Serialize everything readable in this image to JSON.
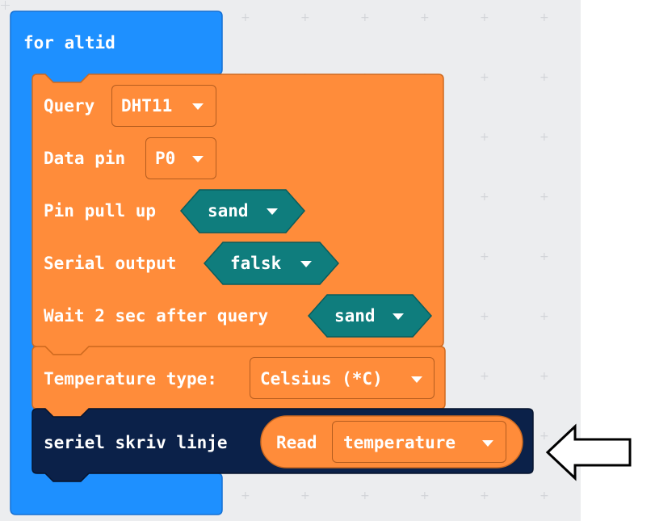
{
  "blocks": {
    "forever": {
      "label": "for altid",
      "color": "#1e90ff"
    },
    "dht": {
      "color": "#ff8c3a",
      "query_label": "Query",
      "query_value": "DHT11",
      "data_pin_label": "Data pin",
      "data_pin_value": "P0",
      "pull_up_label": "Pin pull up",
      "pull_up_value": "sand",
      "serial_output_label": "Serial output",
      "serial_output_value": "falsk",
      "wait_label": "Wait 2 sec after query",
      "wait_value": "sand",
      "boolean_color": "#0f7d7d"
    },
    "temperature_type": {
      "label": "Temperature type:",
      "value": "Celsius (*C)"
    },
    "serial_write": {
      "color": "#0b2149",
      "label": "seriel skriv linje",
      "read_label": "Read",
      "read_value": "temperature"
    }
  },
  "annotation": {
    "icon": "left-arrow-icon"
  }
}
